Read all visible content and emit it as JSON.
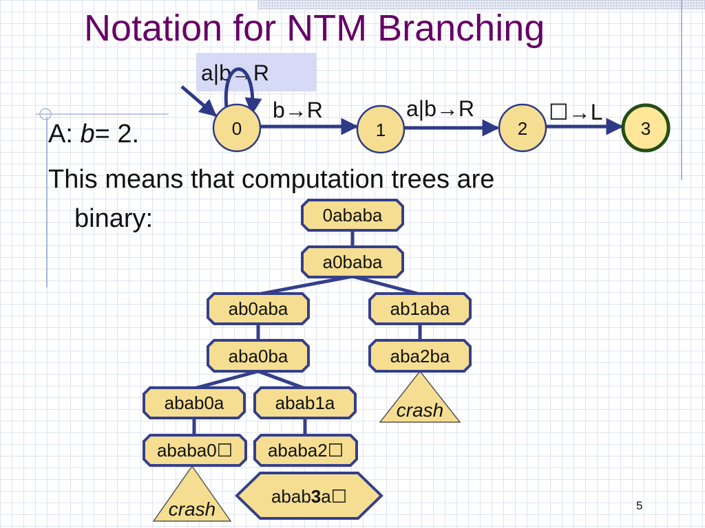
{
  "slide": {
    "title": "Notation for NTM Branching",
    "line1_prefix": "A:  ",
    "line1_var": "b",
    "line1_suffix": "= 2.",
    "line2": "This means that computation trees are",
    "line3": "binary:",
    "slide_number": "5"
  },
  "machine": {
    "states": [
      "0",
      "1",
      "2",
      "3"
    ],
    "accept_state": "3",
    "transitions": {
      "loop_0": "a|b→R",
      "t_0_1": "b→R",
      "t_1_2": "a|b→R",
      "t_2_3": "☐→L"
    }
  },
  "tree": {
    "nodes": {
      "n1": "0ababa",
      "n2": "a0baba",
      "n3": "ab0aba",
      "n4": "ab1aba",
      "n5": "aba0ba",
      "n6": "aba2ba",
      "n7": "abab0a",
      "n8": "abab1a",
      "n9": "ababa0☐",
      "n10": "ababa2☐"
    },
    "accept": {
      "prefix": "abab",
      "state": "3",
      "suffix": "a☐"
    },
    "crash_label": "crash"
  },
  "colors": {
    "title": "#660066",
    "node_fill": "#f5de91",
    "node_border": "#2e3a86",
    "accept_border": "#244d14",
    "accept_fill": "#ffe699",
    "tree_fill": "#f5de91",
    "tree_border": "#353f8a",
    "edge": "#353f8a",
    "label_box": "#d6daf6"
  }
}
